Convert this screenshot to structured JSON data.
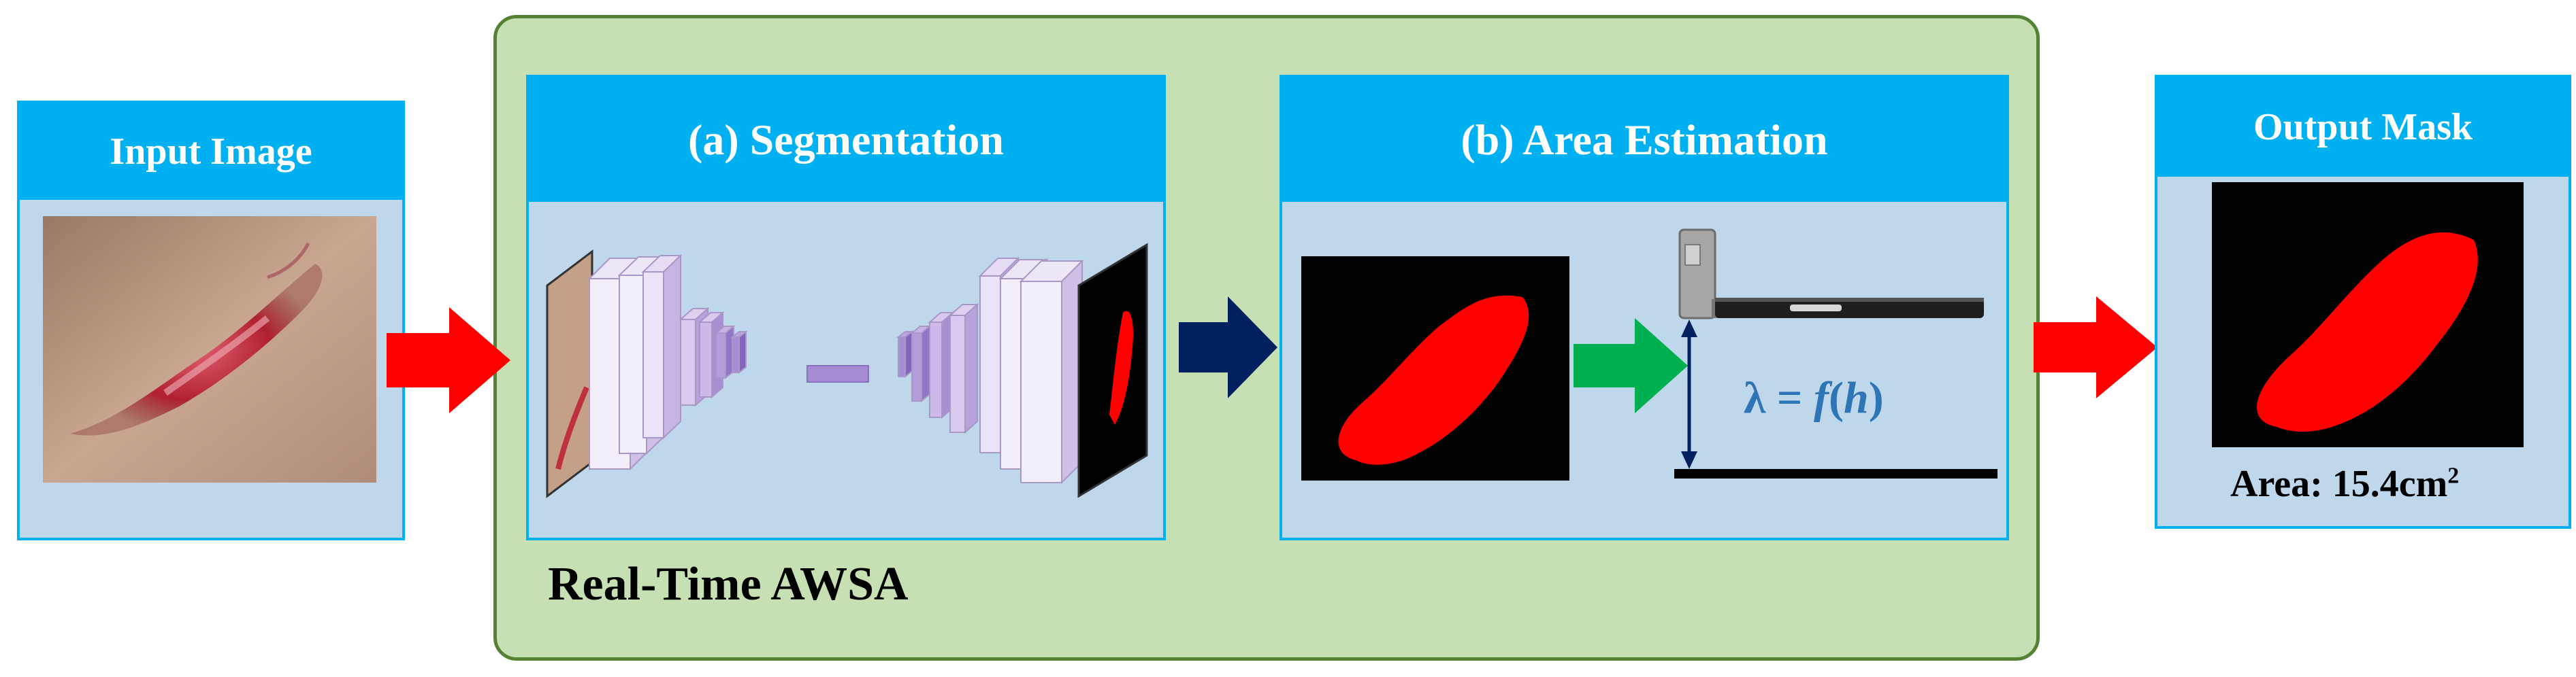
{
  "input_panel": {
    "title": "Input Image"
  },
  "pipeline": {
    "label": "Real-Time AWSA",
    "segmentation": {
      "title": "(a) Segmentation"
    },
    "area_estimation": {
      "title": "(b) Area Estimation",
      "formula": {
        "lambda": "λ",
        "eq": "=",
        "f": "f",
        "open": "(",
        "h": "h",
        "close": ")"
      }
    }
  },
  "output_panel": {
    "title": "Output Mask",
    "area_label": "Area: 15.4cm",
    "area_sup": "2"
  },
  "colors": {
    "panel_header": "#00b0f0",
    "panel_body": "#bfd7eb",
    "group_fill": "#c6e0b4",
    "group_border": "#548235",
    "arrow_red": "#ff0000",
    "arrow_navy": "#002060",
    "arrow_green": "#00b050",
    "mask_red": "#ff0000",
    "formula_blue": "#2e75b6"
  },
  "icons": [
    "wound-photo",
    "unet-network",
    "camera-device",
    "height-arrow"
  ]
}
